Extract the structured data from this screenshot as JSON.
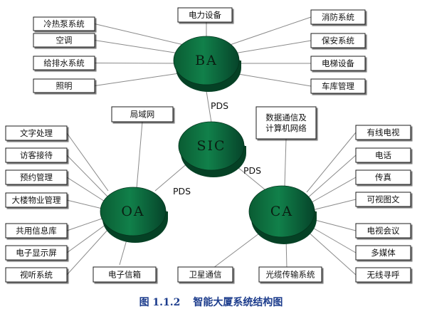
{
  "diagram": {
    "hubs": {
      "ba": "BA",
      "sic": "SIC",
      "oa": "OA",
      "ca": "CA"
    },
    "links": {
      "ba_sic": "PDS",
      "sic_oa": "PDS",
      "sic_ca": "PDS"
    },
    "ba_nodes": {
      "top": "电力设备",
      "left": [
        "冷热泵系统",
        "空调",
        "给排水系统",
        "照明"
      ],
      "right": [
        "消防系统",
        "保安系统",
        "电梯设备",
        "车库管理"
      ]
    },
    "oa_nodes": {
      "top": "局域网",
      "left": [
        "文字处理",
        "访客接待",
        "预约管理",
        "大楼物业管理",
        "共用信息库",
        "电子显示屏",
        "视听系统"
      ],
      "bottom": "电子信箱"
    },
    "ca_nodes": {
      "top": [
        "数据通信及",
        "计算机网络"
      ],
      "right": [
        "有线电视",
        "电话",
        "传真",
        "可视图文",
        "电视会议",
        "多媒体",
        "无线寻呼"
      ],
      "bottom_left": "卫星通信",
      "bottom": "光缆传输系统"
    },
    "colors": {
      "hub_fill": "#0c6b3c",
      "hub_dark": "#054125",
      "box_border": "#1a1a1a",
      "line": "#8a8a8a",
      "caption": "#1c3c8c"
    }
  },
  "caption": {
    "number": "图 1.1.2",
    "title": "智能大厦系统结构图"
  }
}
